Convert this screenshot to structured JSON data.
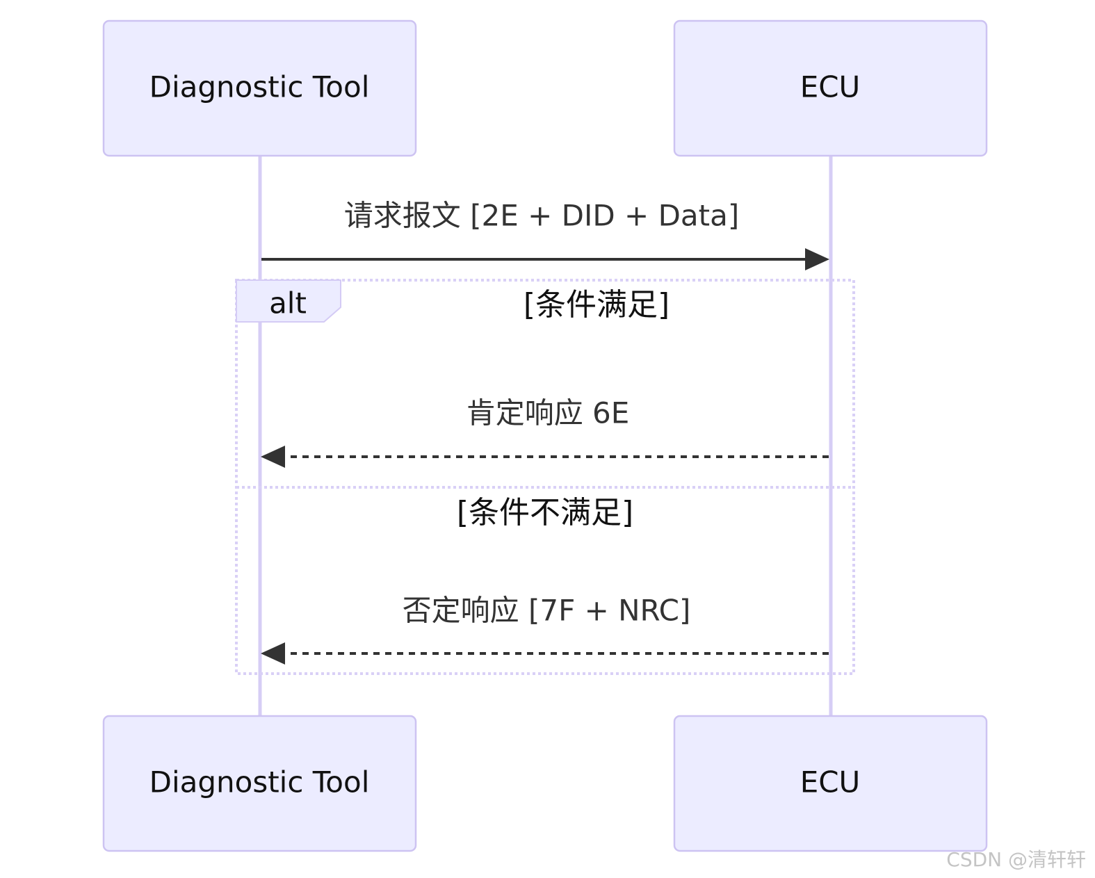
{
  "participants": {
    "left": {
      "name": "Diagnostic Tool"
    },
    "right": {
      "name": "ECU"
    }
  },
  "messages": {
    "request": {
      "label": "请求报文 [2E + DID + Data]",
      "style": "solid"
    },
    "positive": {
      "label": "肯定响应 6E",
      "style": "dashed"
    },
    "negative": {
      "label": "否定响应 [7F + NRC]",
      "style": "dashed"
    }
  },
  "alt_block": {
    "keyword": "alt",
    "condition_1": "[条件满足]",
    "condition_2": "[条件不满足]"
  },
  "watermark": "CSDN @清轩轩",
  "colors": {
    "actor_fill": "#ececff",
    "actor_border": "#cdc3f2",
    "lifeline": "#d6cdf5",
    "arrow": "#333333"
  }
}
